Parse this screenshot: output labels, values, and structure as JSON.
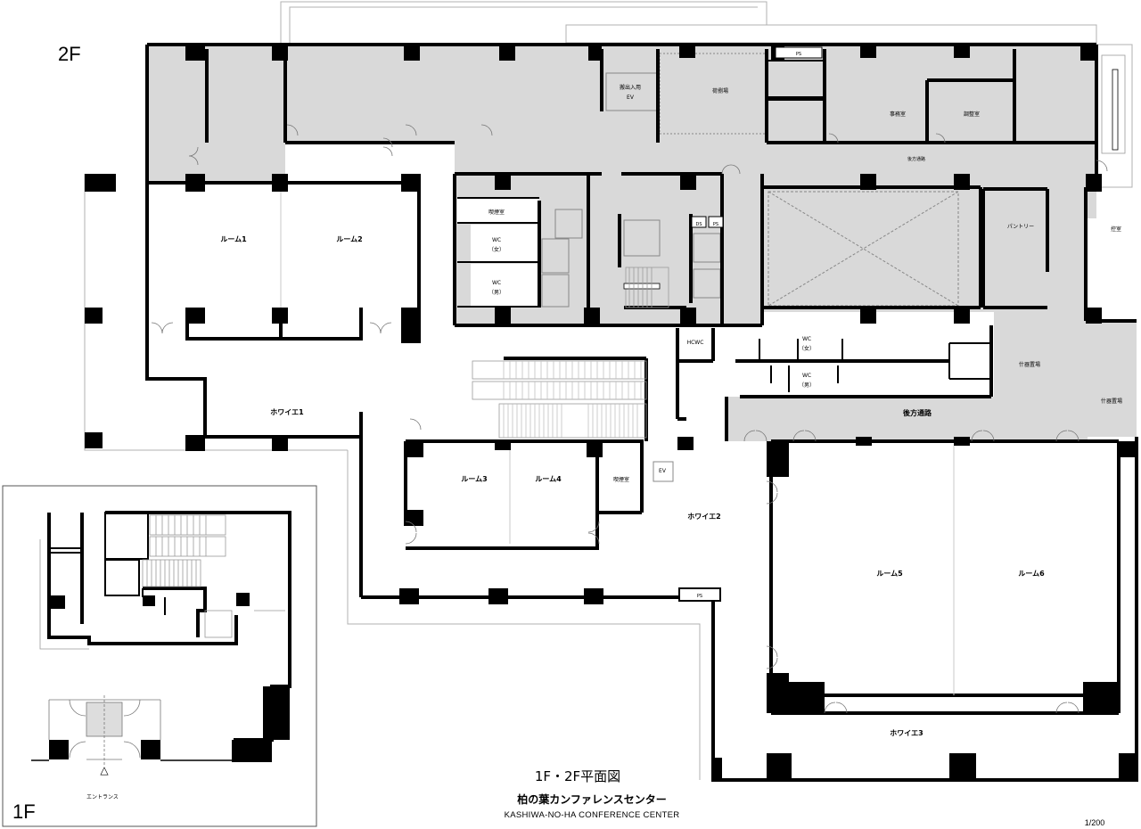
{
  "floor_labels": {
    "second": "2F",
    "first": "1F"
  },
  "title": {
    "main": "1F・2F平面図",
    "japanese": "柏の葉カンファレンスセンター",
    "english": "KASHIWA-NO-HA  CONFERENCE  CENTER",
    "scale": "1/200"
  },
  "rooms_2f": {
    "freight_ev_line1": "搬出入用",
    "freight_ev_line2": "EV",
    "loading_area": "荷捌場",
    "office": "事務室",
    "coordination_room": "調整室",
    "back_corridor_upper": "後方通路",
    "smoking_room_upper": "喫煙室",
    "wc_women_upper_1": "WC",
    "wc_women_upper_2": "（女）",
    "wc_men_upper_1": "WC",
    "wc_men_upper_2": "（男）",
    "ds": "DS",
    "ps_core": "PS",
    "ps_top": "PS",
    "pantry": "パントリー",
    "waiting_room": "控室",
    "room1": "ルーム1",
    "room2": "ルーム2",
    "foyer1": "ホワイエ1",
    "hcwc": "HCWC",
    "wc_women_lower_1": "WC",
    "wc_women_lower_2": "（女）",
    "wc_men_lower_1": "WC",
    "wc_men_lower_2": "（男）",
    "equipment_storage_1": "什器置場",
    "equipment_storage_2": "什器置場",
    "back_corridor_lower": "後方通路",
    "room3": "ルーム3",
    "room4": "ルーム4",
    "smoking_room_lower": "喫煙室",
    "ev": "EV",
    "foyer2": "ホワイエ2",
    "ps_foyer": "PS",
    "room5": "ルーム5",
    "room6": "ルーム6",
    "foyer3": "ホワイエ3"
  },
  "rooms_1f": {
    "entrance": "エントランス",
    "entrance_marker": "△"
  },
  "colors": {
    "wall": "#000000",
    "service_fill": "#d9d9d9",
    "public_fill": "#ffffff",
    "thin_line": "#9a9a9a"
  }
}
